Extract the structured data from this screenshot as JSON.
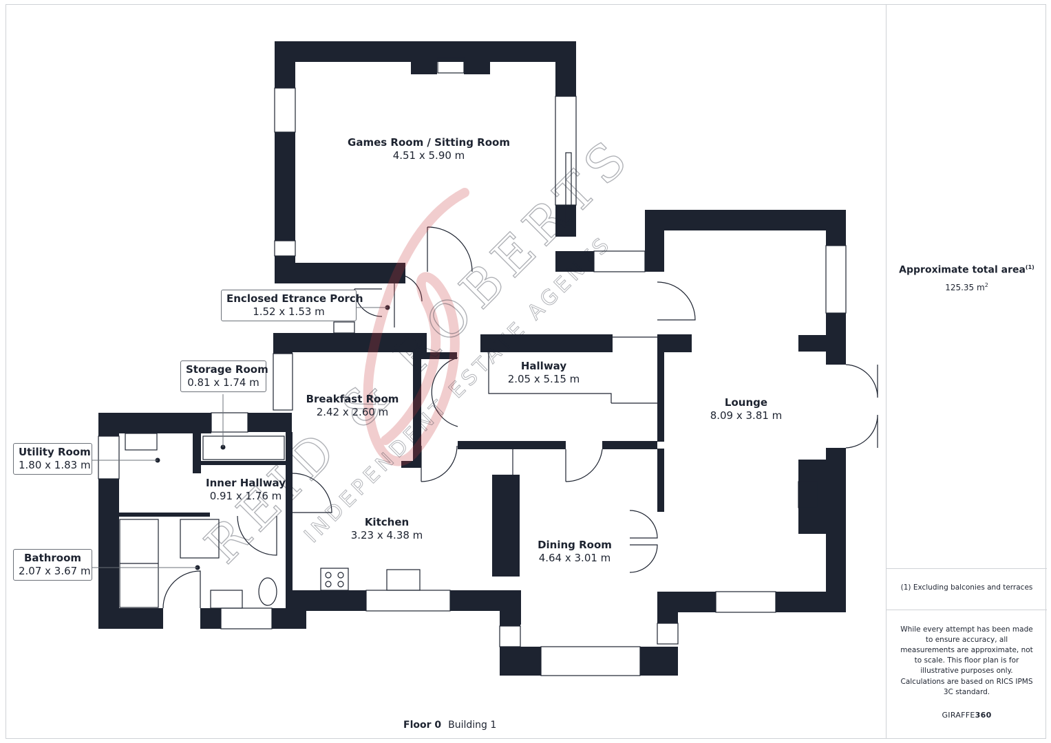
{
  "rooms": [
    {
      "name": "Games Room / Sitting Room",
      "dims": "4.51 x 5.90 m"
    },
    {
      "name": "Hallway",
      "dims": "2.05 x 5.15 m"
    },
    {
      "name": "Breakfast Room",
      "dims": "2.42 x 2.60 m"
    },
    {
      "name": "Lounge",
      "dims": "8.09 x 3.81 m"
    },
    {
      "name": "Inner Hallway",
      "dims": "0.91 x 1.76 m"
    },
    {
      "name": "Kitchen",
      "dims": "3.23 x 4.38 m"
    },
    {
      "name": "Dining Room",
      "dims": "4.64 x 3.01 m"
    }
  ],
  "callouts": [
    {
      "name": "Enclosed Etrance Porch",
      "dims": "1.52 x 1.53 m"
    },
    {
      "name": "Storage Room",
      "dims": "0.81 x 1.74 m"
    },
    {
      "name": "Utility Room",
      "dims": "1.80 x 1.83 m"
    },
    {
      "name": "Bathroom",
      "dims": "2.07 x 3.67 m"
    }
  ],
  "floor": {
    "label": "Floor 0",
    "building": "Building 1"
  },
  "sidebar": {
    "area_title": "Approximate total area",
    "area_sup": "(1)",
    "area_value": "125.35 m",
    "area_unit_sup": "2",
    "footnote": "(1) Excluding balconies and terraces",
    "disclaimer": "While every attempt has been made to ensure accuracy, all measurements are approximate, not to scale. This floor plan is for illustrative purposes only.",
    "calc_note": "Calculations are based on RICS IPMS 3C standard.",
    "brand_a": "GIRAFFE",
    "brand_b": "360"
  },
  "watermark": {
    "name": "REID & ROBERTS",
    "tagline": "INDEPENDENT ESTATE AGENTS"
  },
  "colors": {
    "wall": "#1d2330",
    "watermark": "#c9373c",
    "line": "#cfd2d6"
  }
}
